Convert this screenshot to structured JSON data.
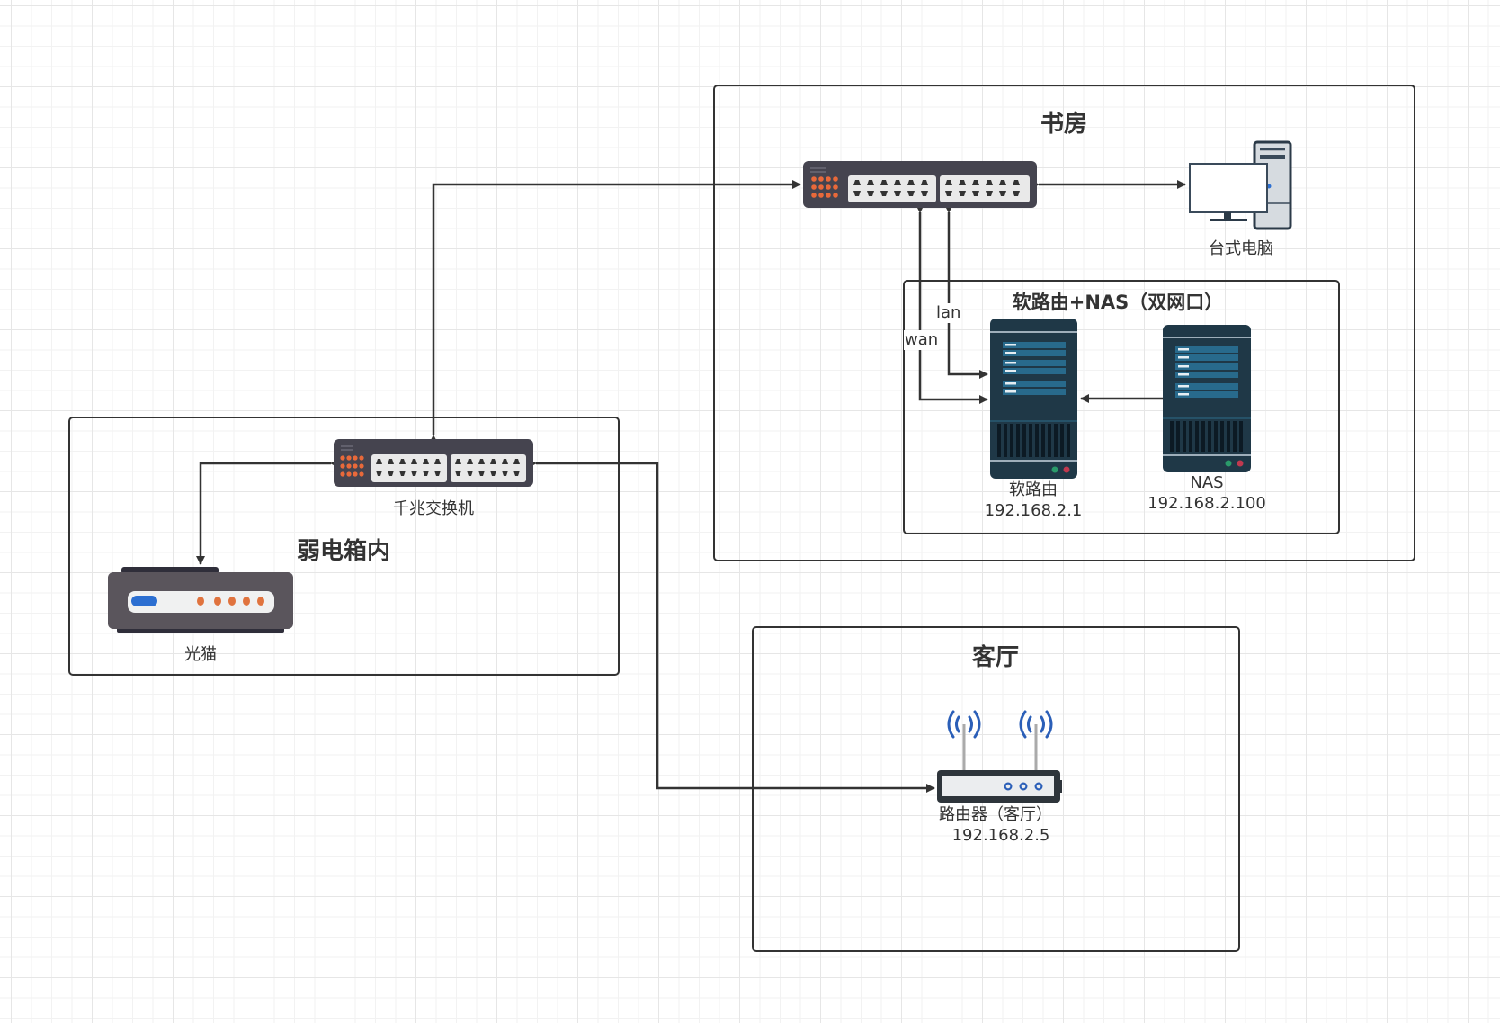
{
  "diagram": {
    "type": "home network topology",
    "containers": {
      "study": {
        "title": "书房"
      },
      "soft_router_nas": {
        "title": "软路由+NAS（双网口）"
      },
      "weak_box": {
        "title": "弱电箱内"
      },
      "living_room": {
        "title": "客厅"
      }
    },
    "devices": {
      "study_switch": {
        "label": ""
      },
      "desktop_pc": {
        "label": "台式电脑"
      },
      "soft_router": {
        "label": "软路由",
        "ip": "192.168.2.1"
      },
      "nas": {
        "label": "NAS",
        "ip": "192.168.2.100"
      },
      "gigabit_switch": {
        "label": "千兆交换机"
      },
      "optical_modem": {
        "label": "光猫"
      },
      "wifi_router": {
        "label": "路由器（客厅）",
        "ip": "192.168.2.5"
      }
    },
    "edges": [
      {
        "from": "gigabit_switch",
        "to": "study_switch",
        "label": "",
        "direction": "both"
      },
      {
        "from": "study_switch",
        "to": "desktop_pc",
        "label": "",
        "direction": "both"
      },
      {
        "from": "study_switch",
        "to": "soft_router",
        "label": "wan",
        "direction": "both"
      },
      {
        "from": "study_switch",
        "to": "soft_router",
        "label": "lan",
        "direction": "both"
      },
      {
        "from": "nas",
        "to": "soft_router",
        "label": "",
        "direction": "forward"
      },
      {
        "from": "gigabit_switch",
        "to": "optical_modem",
        "label": "",
        "direction": "both"
      },
      {
        "from": "gigabit_switch",
        "to": "wifi_router",
        "label": "",
        "direction": "both"
      }
    ],
    "edge_labels": {
      "wan": "wan",
      "lan": "lan"
    },
    "colors": {
      "switch_body": "#45444f",
      "switch_led": "#e8693a",
      "server_body": "#1f3847",
      "server_panel": "#286a8c",
      "modem_body": "#5a555c",
      "modem_led_blue": "#2c6fd1",
      "wifi_blue": "#2b5fb8",
      "line": "#333333"
    }
  }
}
